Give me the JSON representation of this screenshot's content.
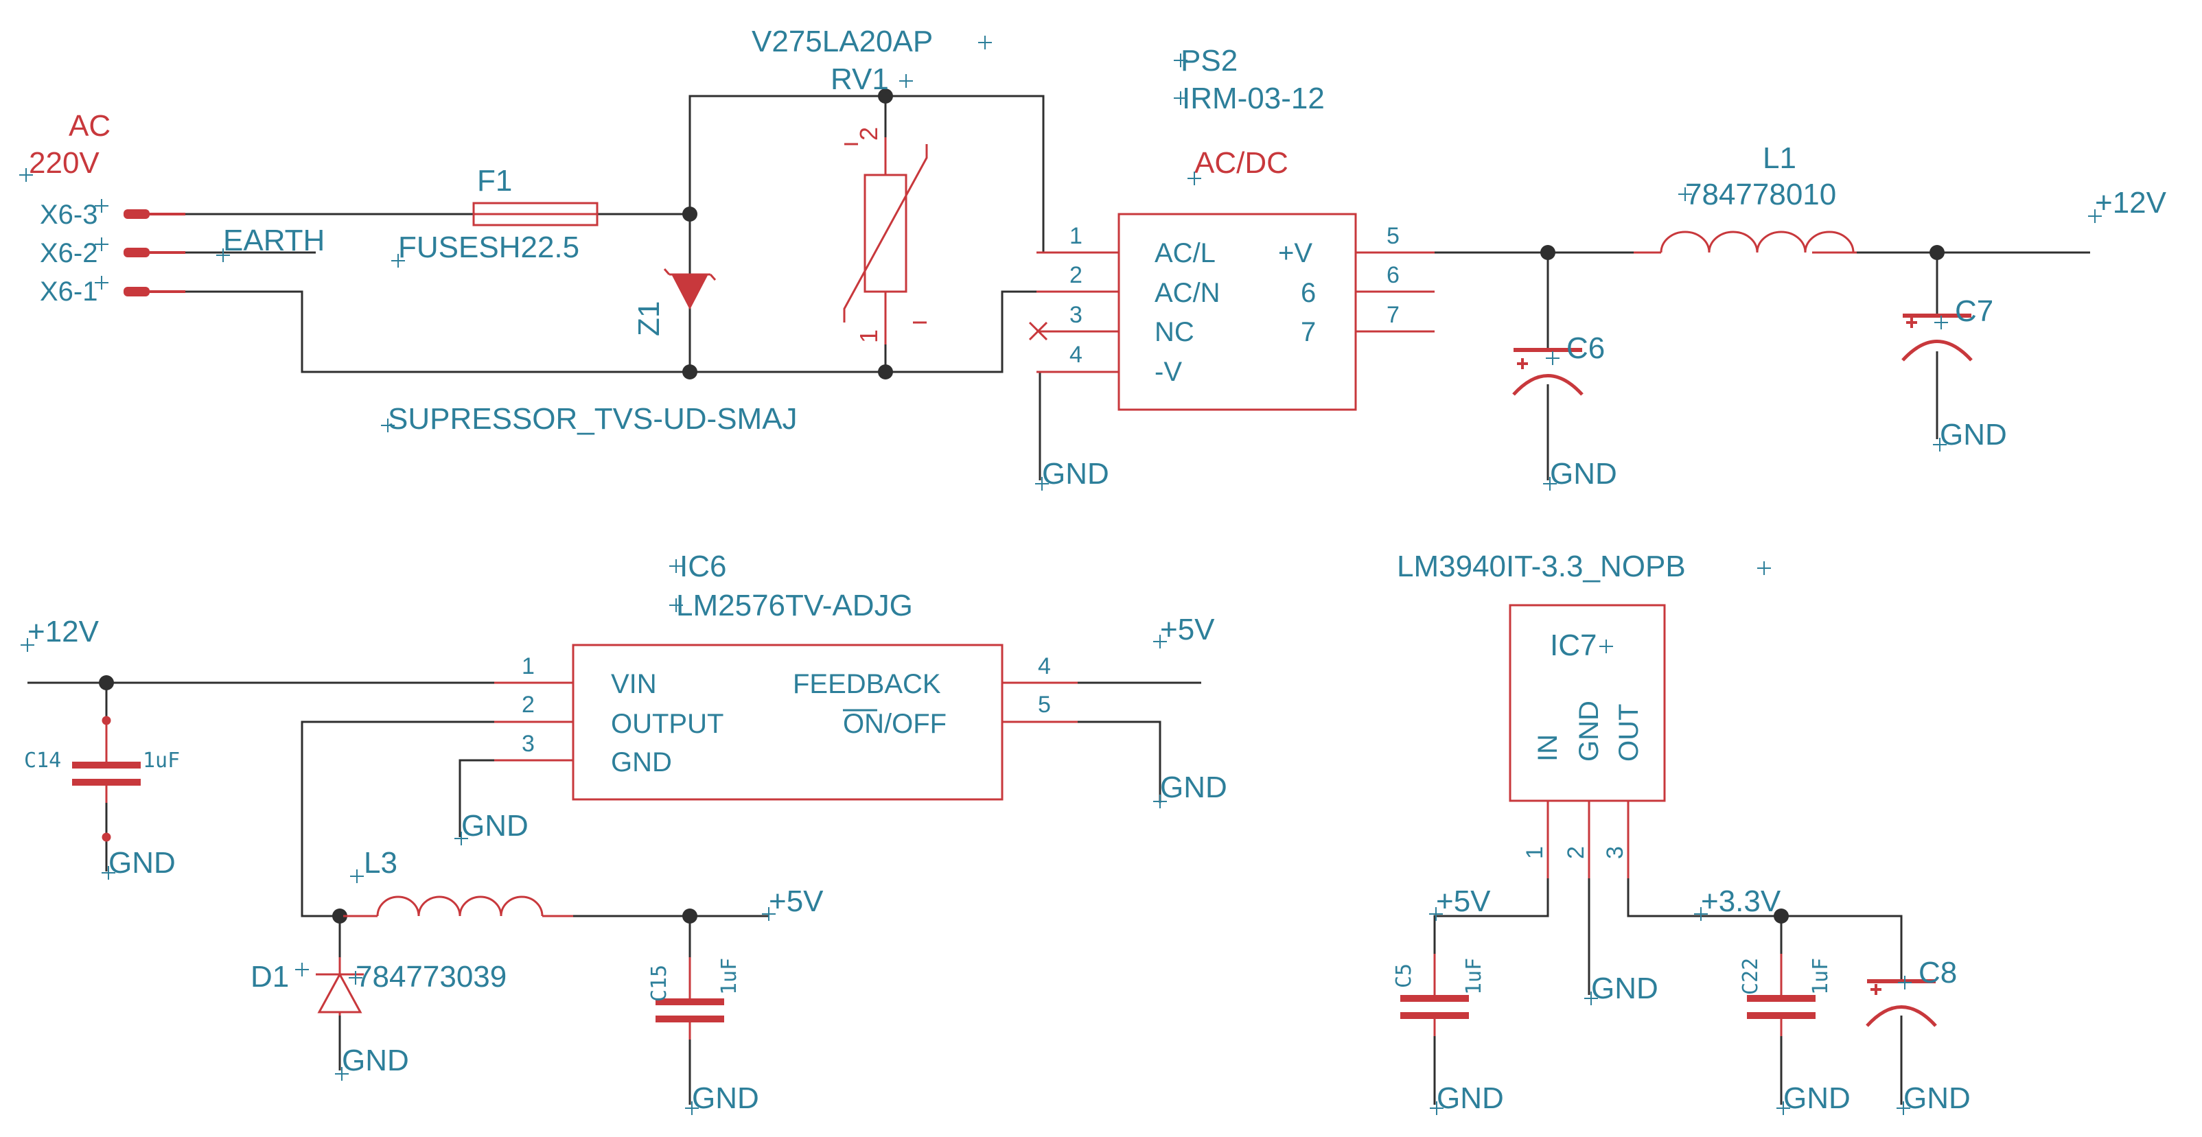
{
  "colors": {
    "net": "#2f2f2f",
    "pin": "#c8383c",
    "label": "#2d7f9a",
    "power_label": "#c8383c",
    "cross": "#c8383c"
  },
  "top": {
    "ac_name": "AC",
    "ac_value": "220V",
    "connector_pins": [
      "X6-3",
      "X6-2",
      "X6-1"
    ],
    "earth": "EARTH",
    "fuse_name": "F1",
    "fuse_value": "FUSESH22.5",
    "tvs_name": "Z1",
    "tvs_value": "SUPRESSOR_TVS-UD-SMAJ",
    "varistor_value": "V275LA20AP",
    "varistor_name": "RV1",
    "varistor_pin_top": "2",
    "varistor_pin_bottom": "1",
    "psu_name": "PS2",
    "psu_value": "IRM-03-12",
    "psu_label": "AC/DC",
    "psu_pins_left": [
      {
        "num": "1",
        "label": "AC/L"
      },
      {
        "num": "2",
        "label": "AC/N"
      },
      {
        "num": "3",
        "label": "NC"
      },
      {
        "num": "4",
        "label": "-V"
      }
    ],
    "psu_pins_right": [
      {
        "num": "5",
        "label": "+V"
      },
      {
        "num": "6",
        "label": "6"
      },
      {
        "num": "7",
        "label": "7"
      }
    ],
    "gnd": "GND",
    "inductor_name": "L1",
    "inductor_value": "784778010",
    "out_rail": "+12V",
    "cap1_name": "C6",
    "cap2_name": "C7"
  },
  "buck": {
    "in_rail": "+12V",
    "cap_in_name": "C14",
    "cap_in_value": "1uF",
    "ic_name": "IC6",
    "ic_value": "LM2576TV-ADJG",
    "pins_left": [
      {
        "num": "1",
        "label": "VIN"
      },
      {
        "num": "2",
        "label": "OUTPUT"
      },
      {
        "num": "3",
        "label": "GND"
      }
    ],
    "pins_right": [
      {
        "num": "4",
        "label": "FEEDBACK"
      },
      {
        "num": "5",
        "label": "OFF",
        "overbar": "ON",
        "sep": "/"
      }
    ],
    "fb_rail": "+5V",
    "inductor_name": "L3",
    "diode_name": "D1",
    "diode_value": "784773039",
    "out_rail": "+5V",
    "cap_out_name": "C15",
    "cap_out_value": "1uF",
    "gnd": "GND"
  },
  "ldo": {
    "ic_value": "LM3940IT-3.3_NOPB",
    "ic_name": "IC7",
    "pin_labels": [
      "IN",
      "GND",
      "OUT"
    ],
    "pin_nums": [
      "1",
      "2",
      "3"
    ],
    "in_rail": "+5V",
    "out_rail": "+3.3V",
    "cap_in_name": "C5",
    "cap_in_value": "1uF",
    "cap_mid_name": "C22",
    "cap_mid_value": "1uF",
    "cap_out_name": "C8",
    "gnd": "GND"
  }
}
